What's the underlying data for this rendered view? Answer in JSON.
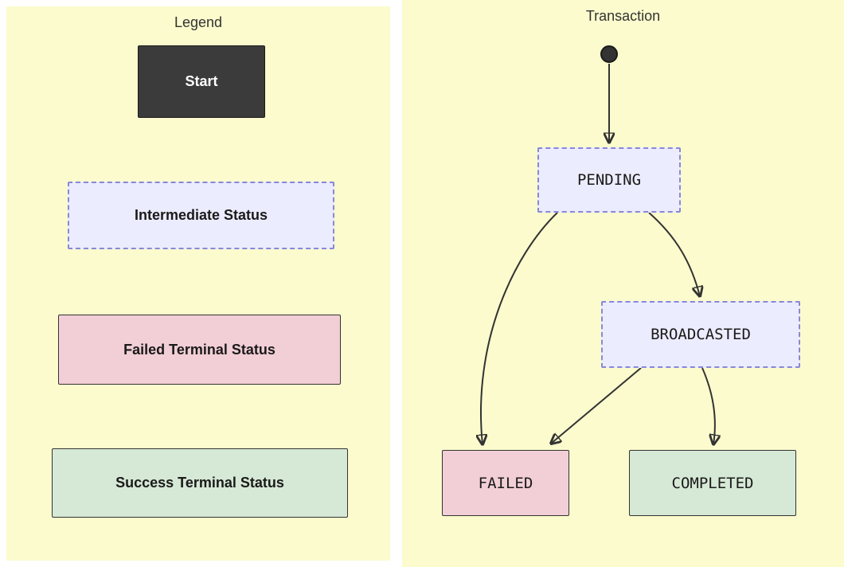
{
  "left_panel": {
    "title": "Legend",
    "items": [
      {
        "label": "Start",
        "type": "start"
      },
      {
        "label": "Intermediate Status",
        "type": "intermediate"
      },
      {
        "label": "Failed Terminal Status",
        "type": "failed"
      },
      {
        "label": "Success Terminal Status",
        "type": "success"
      }
    ]
  },
  "right_panel": {
    "title": "Transaction",
    "states": [
      {
        "id": "pending",
        "label": "PENDING",
        "type": "intermediate"
      },
      {
        "id": "broadcasted",
        "label": "BROADCASTED",
        "type": "intermediate"
      },
      {
        "id": "failed",
        "label": "FAILED",
        "type": "failed"
      },
      {
        "id": "completed",
        "label": "COMPLETED",
        "type": "success"
      }
    ],
    "transitions": [
      {
        "from": "start",
        "to": "PENDING"
      },
      {
        "from": "PENDING",
        "to": "FAILED"
      },
      {
        "from": "PENDING",
        "to": "BROADCASTED"
      },
      {
        "from": "BROADCASTED",
        "to": "FAILED"
      },
      {
        "from": "BROADCASTED",
        "to": "COMPLETED"
      }
    ]
  },
  "colors": {
    "background": "#fbfbcd",
    "start_fill": "#3b3b3b",
    "intermediate_fill": "#ececff",
    "intermediate_border": "#8888d8",
    "failed_fill": "#f2ced6",
    "success_fill": "#d6e8d6",
    "border_dark": "#333333"
  }
}
